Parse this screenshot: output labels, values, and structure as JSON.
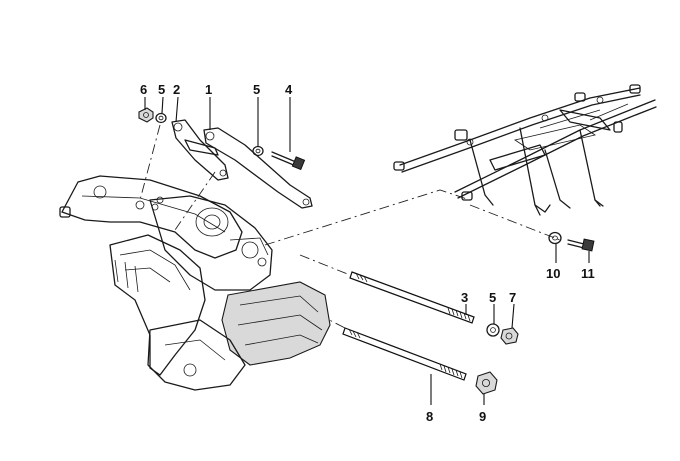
{
  "callouts": {
    "n6": "6",
    "n5_top": "5",
    "n2": "2",
    "n1": "1",
    "n5_mid": "5",
    "n4": "4",
    "n3": "3",
    "n5_right": "5",
    "n7": "7",
    "n10": "10",
    "n11": "11",
    "n8": "8",
    "n9": "9"
  }
}
